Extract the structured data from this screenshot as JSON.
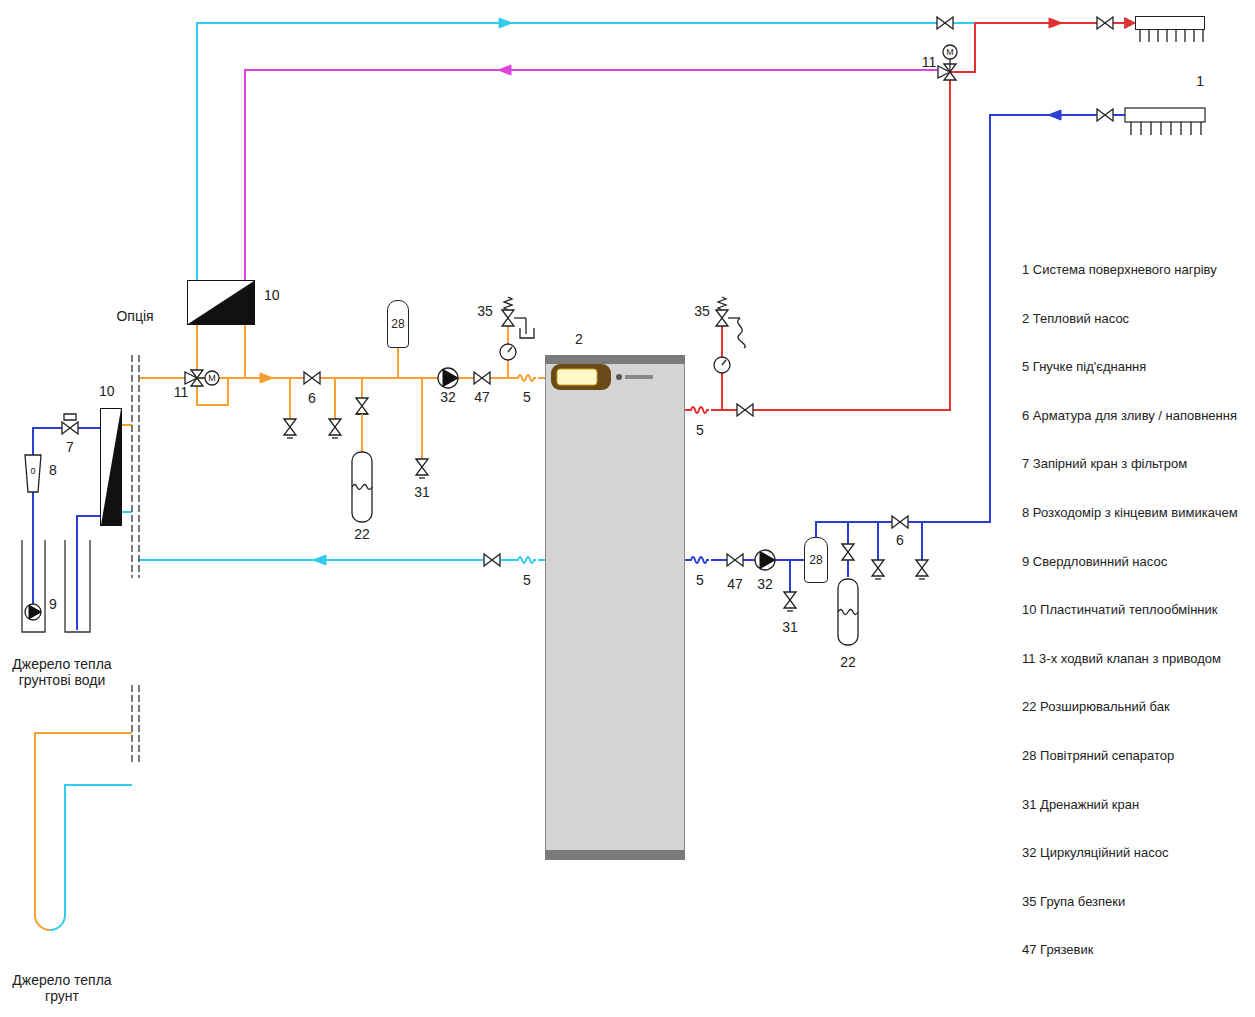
{
  "diagram": {
    "nodes": [
      {
        "text": [
          "2"
        ]
      },
      {
        "text": [
          "10"
        ]
      },
      {
        "text": [
          "10"
        ]
      },
      {
        "text": [
          "1"
        ]
      },
      {
        "text": [
          "28"
        ]
      },
      {
        "text": [
          "28"
        ]
      }
    ],
    "edges": [
      {
        "from": 4,
        "to": 0,
        "arrow": "none"
      },
      {
        "from": 5,
        "to": 0,
        "arrow": "none"
      },
      {
        "from": 0,
        "to": 3,
        "arrow": "to"
      },
      {
        "from": 1,
        "to": 3,
        "arrow": "to"
      }
    ],
    "labels": [
      "Опція",
      "11",
      "M",
      "6",
      "22",
      "31",
      "32",
      "47",
      "5",
      "35",
      "35",
      "5",
      "M",
      "11",
      "5",
      "47",
      "32",
      "31",
      "22",
      "6",
      "5",
      "7",
      "8",
      "0",
      "9",
      "Джерело тепла грунтові води",
      "Джерело тепла грунт"
    ],
    "legend": [
      {
        "text": "1 Система поверхневого нагріву"
      },
      {
        "text": "2 Тепловий насос"
      },
      {
        "text": "5 Гнучке під'єднання"
      },
      {
        "text": "6 Арматура для зливу / наповнення"
      },
      {
        "text": "7 Запірний кран з фільтром"
      },
      {
        "text": "8 Розходомір з кінцевим вимикачем"
      },
      {
        "text": "9 Свердловинний насос"
      },
      {
        "text": "10 Пластинчатий теплообмінник"
      },
      {
        "text": "11 3-х ходвий клапан з приводом"
      },
      {
        "text": "22 Розширювальний бак"
      },
      {
        "text": "28 Повітряний сепаратор"
      },
      {
        "text": "31 Дренажний кран"
      },
      {
        "text": "32 Циркуляційний насос"
      },
      {
        "text": "35 Група безпеки"
      },
      {
        "text": "47 Грязевик"
      }
    ]
  }
}
